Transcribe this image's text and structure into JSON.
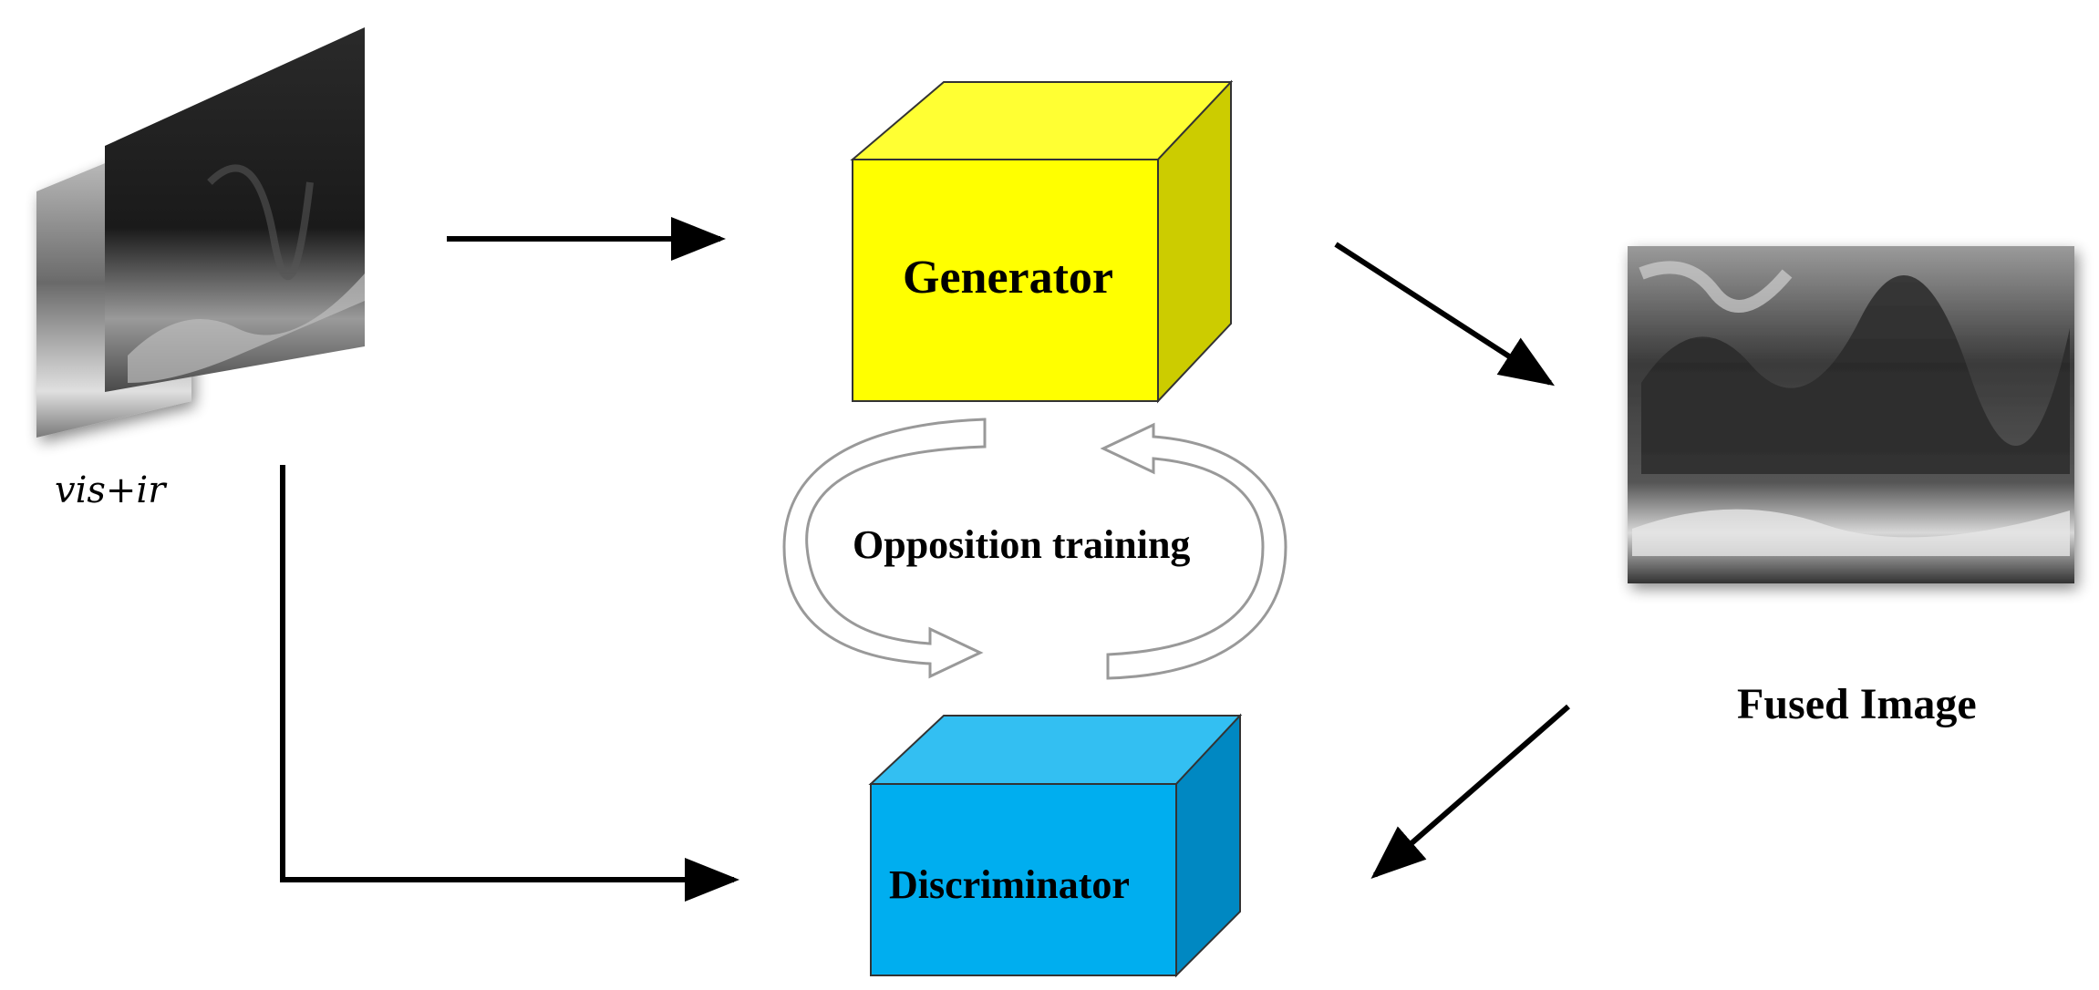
{
  "diagram": {
    "input_label": "vis+ir",
    "generator_label": "Generator",
    "discriminator_label": "Discriminator",
    "training_label": "Opposition training",
    "output_label": "Fused Image"
  },
  "colors": {
    "generator_front": "#ffff00",
    "generator_top": "#ffff33",
    "generator_side": "#cccc00",
    "discriminator_front": "#00aeef",
    "discriminator_top": "#33bff2",
    "discriminator_side": "#0088c2",
    "arrow": "#000000",
    "cycle_arrow_stroke": "#999999"
  },
  "icons": {
    "input": "stacked-thermal-image-icon",
    "output": "fused-grayscale-image-icon",
    "cycle": "circular-arrows-icon"
  }
}
